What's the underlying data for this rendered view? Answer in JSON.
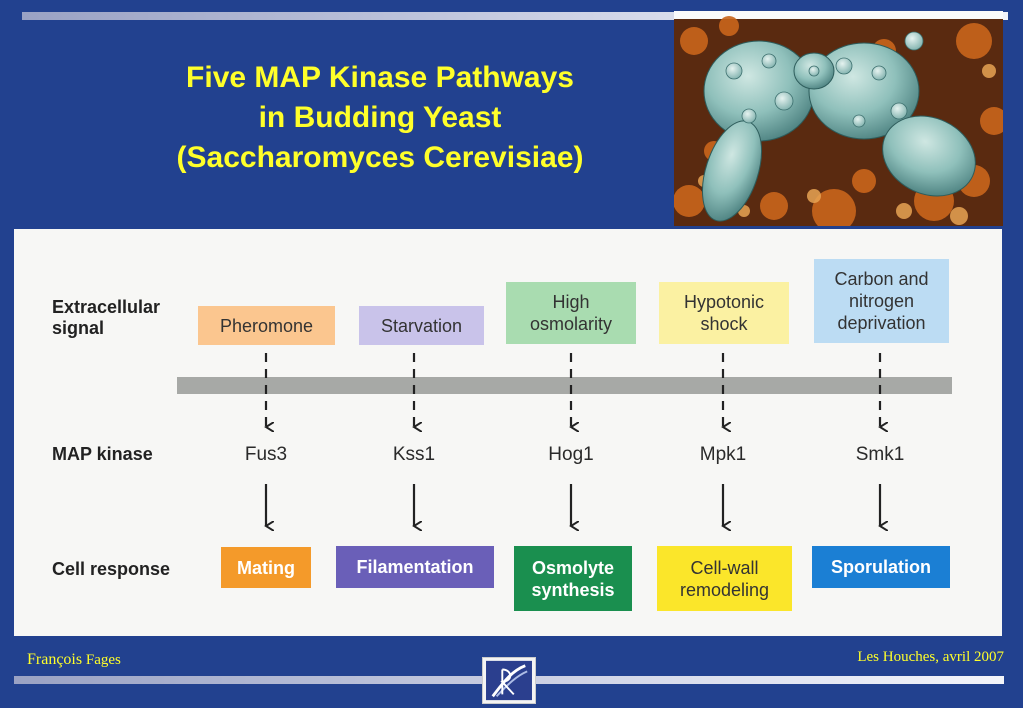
{
  "title": {
    "line1": "Five MAP Kinase Pathways",
    "line2": "in Budding Yeast",
    "line3": "(Saccharomyces Cerevisiae)"
  },
  "row_labels": {
    "signal_line1": "Extracellular",
    "signal_line2": "signal",
    "kinase": "MAP kinase",
    "response": "Cell response"
  },
  "pathways": [
    {
      "signal": [
        "Pheromone"
      ],
      "signal_color": "#fbc68f",
      "kinase": "Fus3",
      "response": [
        "Mating"
      ],
      "response_color": "#f49a2a",
      "response_text_color": "#ffffff"
    },
    {
      "signal": [
        "Starvation"
      ],
      "signal_color": "#c9c3ea",
      "kinase": "Kss1",
      "response": [
        "Filamentation"
      ],
      "response_color": "#6a5fb8",
      "response_text_color": "#ffffff"
    },
    {
      "signal": [
        "High",
        "osmolarity"
      ],
      "signal_color": "#a9dcb0",
      "kinase": "Hog1",
      "response": [
        "Osmolyte",
        "synthesis"
      ],
      "response_color": "#1a8f4f",
      "response_text_color": "#ffffff"
    },
    {
      "signal": [
        "Hypotonic",
        "shock"
      ],
      "signal_color": "#fbf1a2",
      "kinase": "Mpk1",
      "response": [
        "Cell-wall",
        "remodeling"
      ],
      "response_color": "#fbe62a",
      "response_text_color": "#333333"
    },
    {
      "signal": [
        "Carbon and",
        "nitrogen",
        "deprivation"
      ],
      "signal_color": "#bcdcf3",
      "kinase": "Smk1",
      "response": [
        "Sporulation"
      ],
      "response_color": "#1b7fd4",
      "response_text_color": "#ffffff"
    }
  ],
  "footer": {
    "author_first": "François",
    "author_last": "Fages",
    "event": "Les Houches, avril 2007"
  },
  "colors": {
    "background": "#22418f",
    "title": "#ffff2a",
    "membrane": "#a7a9a6"
  }
}
